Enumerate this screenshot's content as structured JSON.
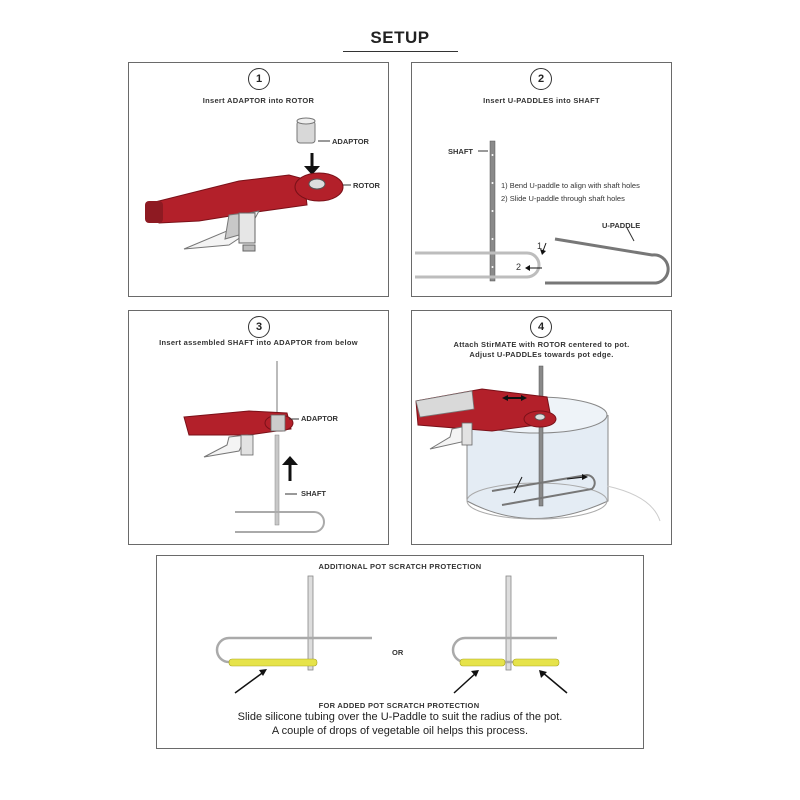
{
  "title": "SETUP",
  "panel1": {
    "number": "1",
    "caption": "Insert ADAPTOR into ROTOR",
    "adaptor_label": "ADAPTOR",
    "rotor_label": "ROTOR"
  },
  "panel2": {
    "number": "2",
    "caption": "Insert U-PADDLES into SHAFT",
    "shaft_label": "SHAFT",
    "step1": "1)      Bend U-paddle to align with shaft holes",
    "step2": "2)      Slide U-paddle through shaft holes",
    "upaddle_label": "U-PADDLE",
    "mark1": "1",
    "mark2": "2"
  },
  "panel3": {
    "number": "3",
    "caption": "Insert assembled SHAFT into ADAPTOR from below",
    "adaptor_label": "ADAPTOR",
    "shaft_label": "SHAFT"
  },
  "panel4": {
    "number": "4",
    "caption_line1": "Attach StirMATE with ROTOR centered to pot.",
    "caption_line2": "Adjust U-PADDLEs towards pot edge."
  },
  "bottom": {
    "heading": "ADDITIONAL POT SCRATCH PROTECTION",
    "or_text": "OR",
    "subheading": "FOR ADDED POT SCRATCH PROTECTION",
    "line1": "Slide silicone tubing over the U-Paddle to suit the radius of the pot.",
    "line2": "A couple of drops of vegetable oil helps this process."
  },
  "colors": {
    "rotor_red": "#b3202a",
    "tubing_yellow": "#e6e34a",
    "border": "#6a6a6a"
  }
}
